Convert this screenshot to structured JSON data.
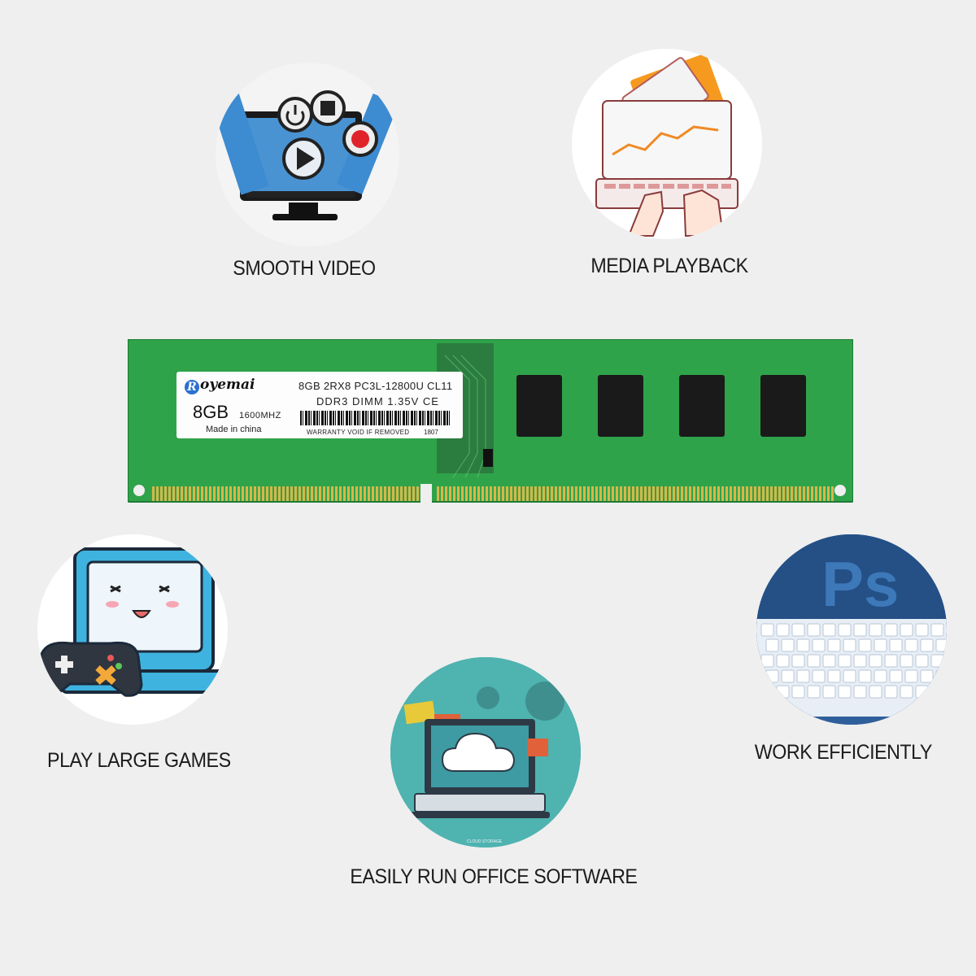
{
  "features": {
    "smooth_video": {
      "label": "SMOOTH VIDEO",
      "icon": "video-monitor-icon"
    },
    "media_playback": {
      "label": "MEDIA PLAYBACK",
      "icon": "laptop-typing-icon"
    },
    "play_large_games": {
      "label": "PLAY LARGE GAMES",
      "icon": "game-console-icon"
    },
    "work_efficiently": {
      "label": "WORK EFFICIENTLY",
      "icon": "photoshop-keyboard-icon",
      "ps_text": "Ps"
    },
    "office_software": {
      "label": "EASILY RUN OFFICE SOFTWARE",
      "icon": "cloud-laptop-icon",
      "caption": "CLOUD STORAGE"
    }
  },
  "ram_module": {
    "brand": "ROYEMAI",
    "brand_display": "oyemai",
    "brand_initial": "R",
    "capacity": "8GB",
    "speed": "1600MHZ",
    "origin": "Made in china",
    "spec_line1": "8GB 2RX8 PC3L-12800U CL11",
    "spec_line2": "DDR3  DIMM  1.35V CE",
    "warranty": "WARRANTY VOID IF REMOVED",
    "batch": "1807",
    "pcb_color": "#2fa34a",
    "chip_count": 4
  },
  "colors": {
    "background": "#efefef",
    "text": "#1c1c1c",
    "accent_blue": "#2b6fcf"
  }
}
